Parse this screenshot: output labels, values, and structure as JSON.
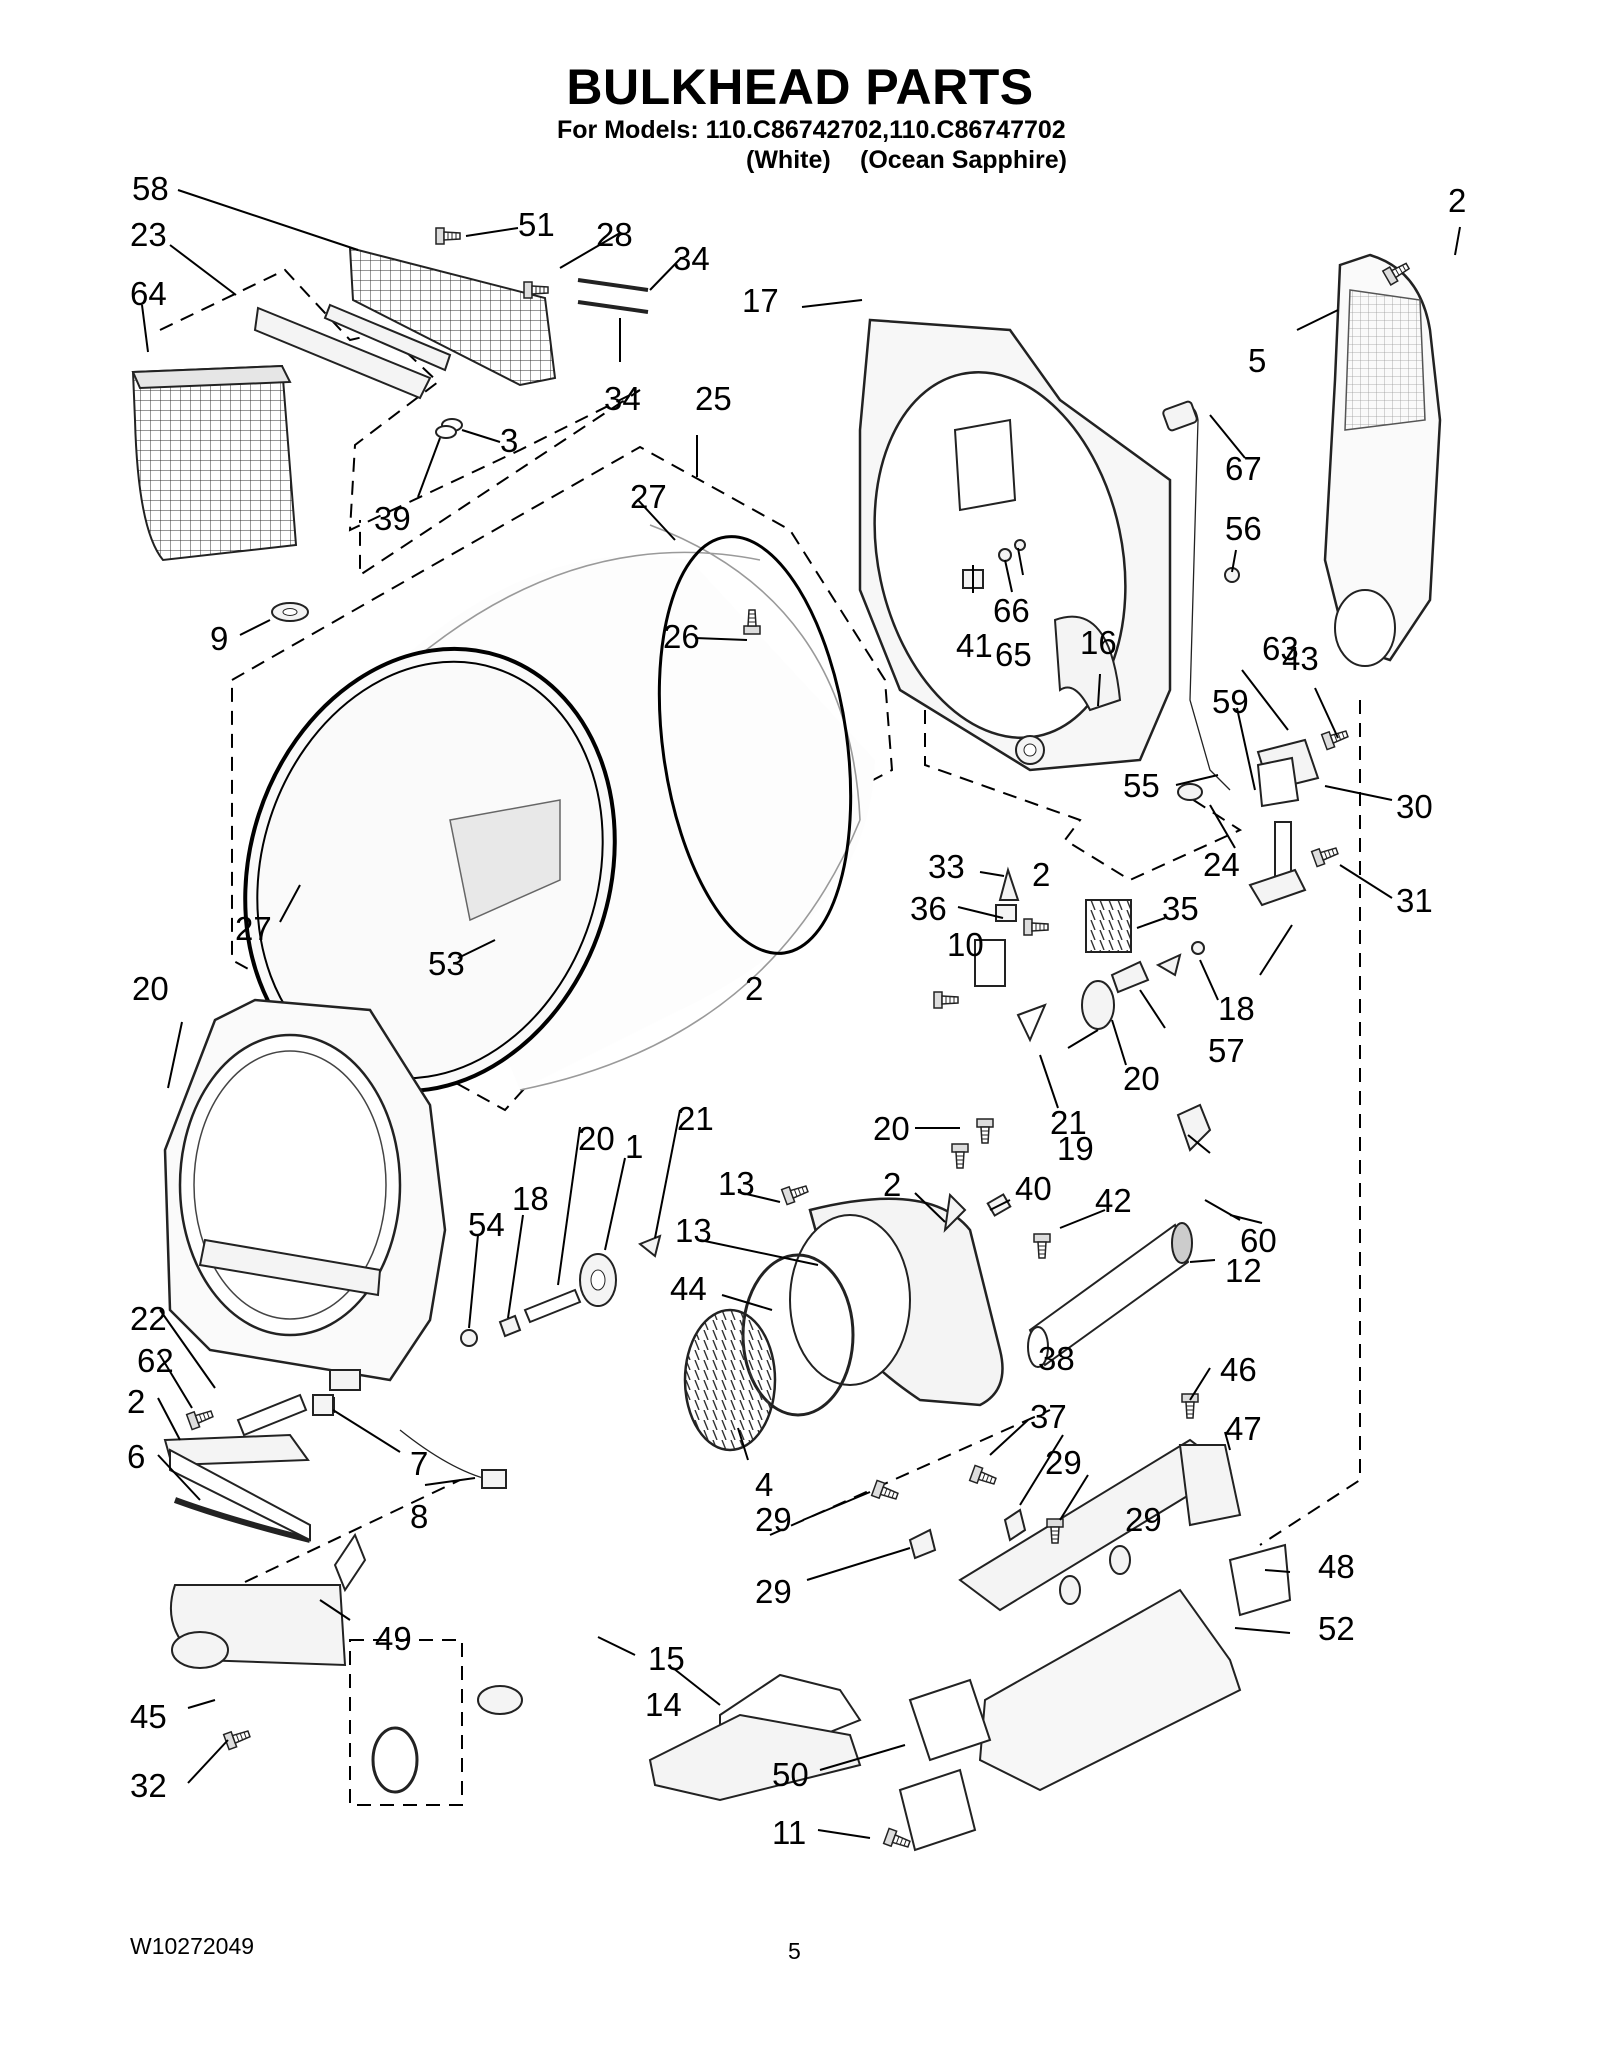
{
  "header": {
    "title": "BULKHEAD PARTS",
    "models_line": "For Models: 110.C86742702,110.C86747702",
    "color_1": "(White)",
    "color_2": "(Ocean Sapphire)"
  },
  "footer": {
    "doc_number": "W10272049",
    "page_number": "5"
  },
  "callouts": [
    "58",
    "23",
    "64",
    "51",
    "28",
    "34",
    "34",
    "3",
    "39",
    "25",
    "27",
    "26",
    "27",
    "53",
    "9",
    "17",
    "5",
    "2",
    "67",
    "41",
    "65",
    "66",
    "16",
    "56",
    "63",
    "43",
    "59",
    "55",
    "30",
    "24",
    "31",
    "33",
    "2",
    "36",
    "35",
    "10",
    "2",
    "18",
    "57",
    "20",
    "21",
    "19",
    "20",
    "54",
    "18",
    "20",
    "1",
    "21",
    "20",
    "13",
    "2",
    "40",
    "42",
    "13",
    "44",
    "60",
    "12",
    "22",
    "62",
    "2",
    "6",
    "7",
    "8",
    "4",
    "37",
    "29",
    "47",
    "46",
    "29",
    "29",
    "29",
    "48",
    "52",
    "49",
    "38",
    "15",
    "14",
    "45",
    "32",
    "50",
    "11"
  ]
}
